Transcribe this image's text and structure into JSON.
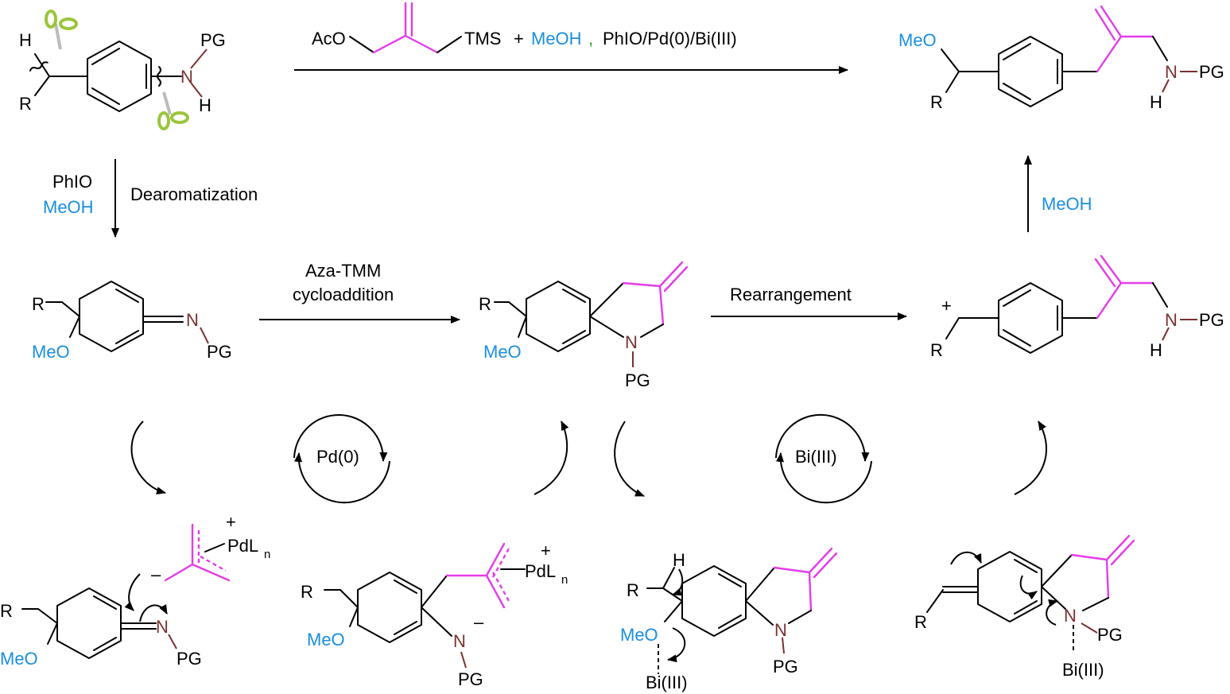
{
  "top_reaction": {
    "reagent_aco": "AcO",
    "reagent_tms": "TMS",
    "plus1": "+",
    "meoh": "MeOH",
    "comma": ",",
    "catalysts": "PhIO/Pd(0)/Bi(III)"
  },
  "step_dearom": {
    "reagent1": "PhIO",
    "reagent2": "MeOH",
    "label": "Dearomatization"
  },
  "step_cyclo": {
    "line1": "Aza-TMM",
    "line2": "cycloaddition"
  },
  "step_rearr": {
    "label": "Rearrangement"
  },
  "step_meoh": {
    "label": "MeOH"
  },
  "cycles": {
    "pd": "Pd(0)",
    "bi": "Bi(III)"
  },
  "atoms": {
    "H": "H",
    "R": "R",
    "N": "N",
    "PG": "PG",
    "MeO": "MeO",
    "plus": "+",
    "minus": "–",
    "PdL": "PdL",
    "n": "n",
    "BiIII": "Bi(III)"
  },
  "colors": {
    "meoh_blue": "#1a8fe0",
    "allyl_magenta": "#e43ce8",
    "nitrogen_brown": "#7a3030",
    "scissors_green": "#9bc53d",
    "comma_green": "#2a9d2a"
  },
  "icons": [
    "scissors-icon",
    "scissors-icon",
    "catalytic-cycle-pd-icon",
    "catalytic-cycle-bi-icon"
  ]
}
